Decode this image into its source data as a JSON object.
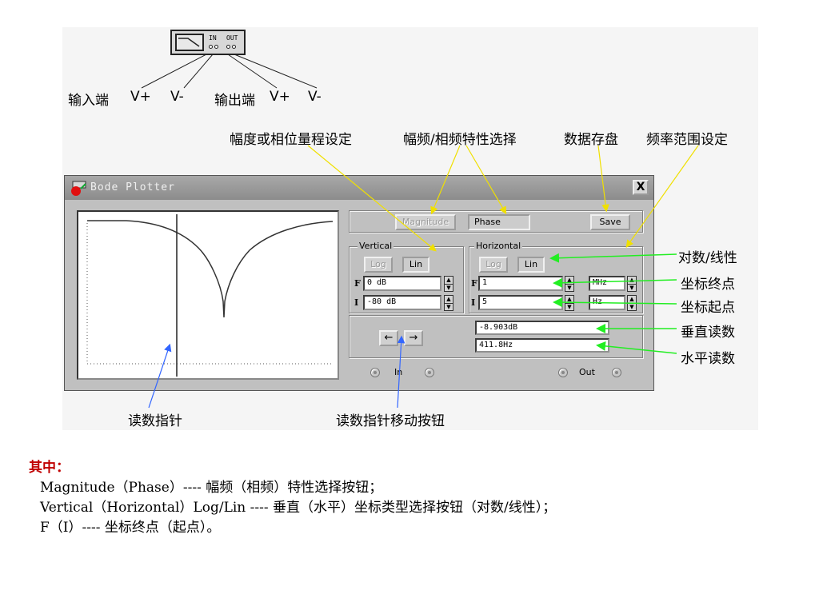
{
  "top_labels": {
    "input_terminal": "输入端",
    "output_terminal": "输出端",
    "v_plus": "V+",
    "v_minus": "V-",
    "icon_in": "IN",
    "icon_out": "OUT"
  },
  "callouts": {
    "range_setting": "幅度或相位量程设定",
    "mode_select": "幅频/相频特性选择",
    "save_data": "数据存盘",
    "freq_range": "频率范围设定",
    "log_lin": "对数/线性",
    "axis_end": "坐标终点",
    "axis_start": "坐标起点",
    "vertical_reading": "垂直读数",
    "horizontal_reading": "水平读数",
    "cursor": "读数指针",
    "cursor_buttons": "读数指针移动按钮"
  },
  "window": {
    "title": "Bode Plotter",
    "close": "X",
    "magnitude_label": "Magnitude",
    "phase_label": "Phase",
    "save_label": "Save",
    "vertical_group": "Vertical",
    "horizontal_group": "Horizontal",
    "log_label": "Log",
    "lin_label": "Lin",
    "f_label": "F",
    "i_label": "I",
    "v_final": "0 dB",
    "v_initial": "-80 dB",
    "h_final": "1",
    "h_final_unit": "MHz",
    "h_initial": "5",
    "h_initial_unit": "Hz",
    "readout_vertical": "-8.903dB",
    "readout_horizontal": "411.8Hz",
    "left_arrow": "←",
    "right_arrow": "→",
    "in_label": "In",
    "out_label": "Out"
  },
  "notes": {
    "heading": "其中：",
    "line1": "Magnitude（Phase）---- 幅频（相频）特性选择按钮；",
    "line2": "Vertical（Horizontal）Log/Lin ---- 垂直（水平）坐标类型选择按钮（对数/线性）；",
    "line3": "F（I）---- 坐标终点（起点）。"
  },
  "colors": {
    "callout_yellow": "#f0e000",
    "callout_green": "#22ee22",
    "callout_blue": "#3366ff",
    "heading_red": "#c00000"
  }
}
